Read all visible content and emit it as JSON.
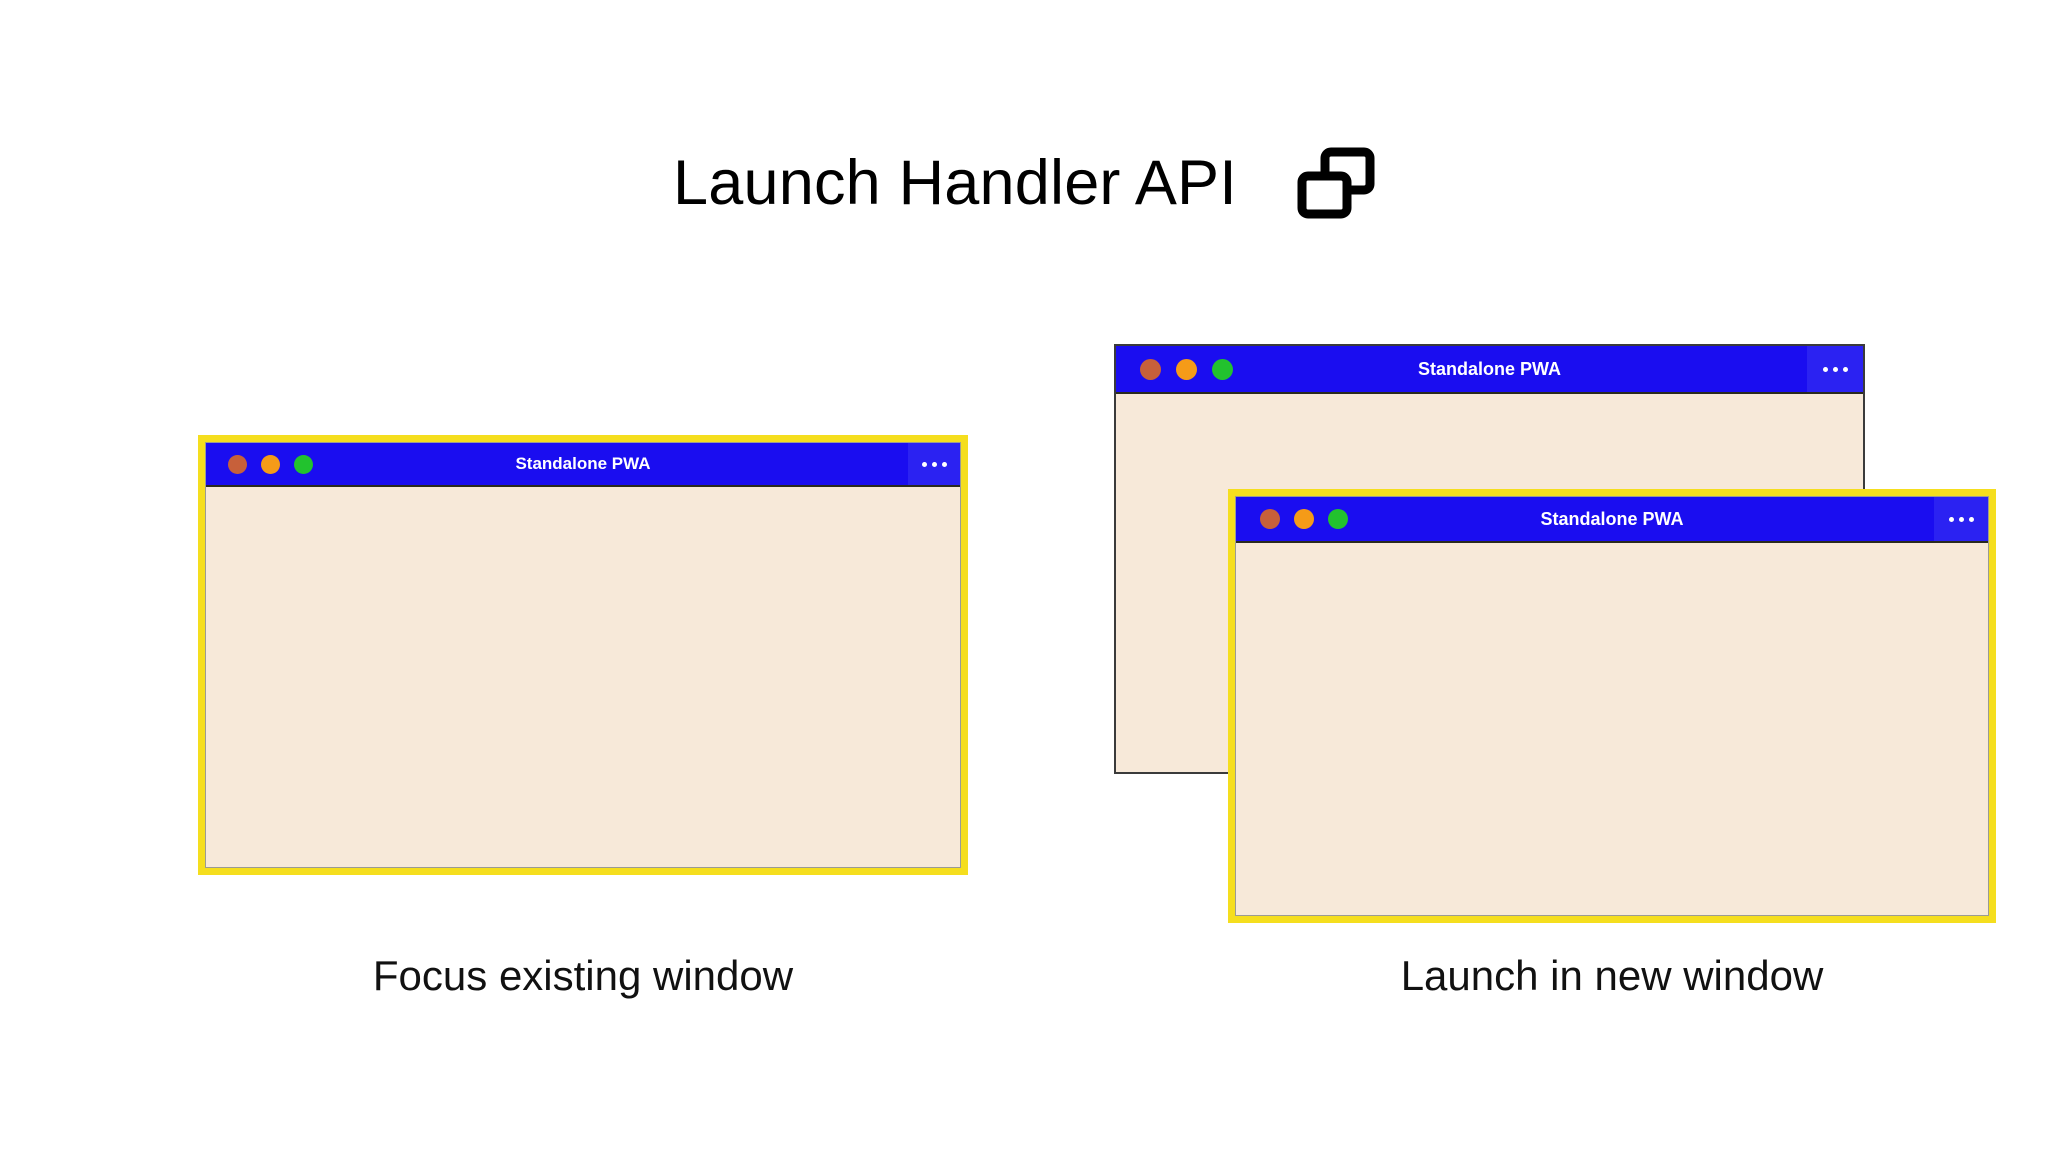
{
  "header": {
    "title": "Launch Handler API",
    "icon": "windows-overlap-icon"
  },
  "scenarios": [
    {
      "id": "focus-existing",
      "caption": "Focus existing window",
      "windows": [
        {
          "role": "existing-focused",
          "title": "Standalone PWA",
          "highlighted": true,
          "menu_icon": "overflow-menu-icon",
          "traffic_lights": [
            "close",
            "minimize",
            "maximize"
          ]
        }
      ]
    },
    {
      "id": "launch-new",
      "caption": "Launch in new window",
      "windows": [
        {
          "role": "existing-background",
          "title": "Standalone PWA",
          "highlighted": false,
          "menu_icon": "overflow-menu-icon",
          "traffic_lights": [
            "close",
            "minimize",
            "maximize"
          ]
        },
        {
          "role": "new-focused",
          "title": "Standalone PWA",
          "highlighted": true,
          "menu_icon": "overflow-menu-icon",
          "traffic_lights": [
            "close",
            "minimize",
            "maximize"
          ]
        }
      ]
    }
  ],
  "colors": {
    "background": "#ffffff",
    "titlebar_blue": "#1A0DF0",
    "menu_blue": "#2B22F2",
    "window_body_cream": "#F7E9D9",
    "highlight_yellow": "#F5DE1E",
    "frame_grey": "#3b3b3b",
    "traffic_close": "#C7603A",
    "traffic_minimize": "#F59B18",
    "traffic_maximize": "#22C22E",
    "text_dark": "#111111",
    "text_light": "#ffffff"
  }
}
